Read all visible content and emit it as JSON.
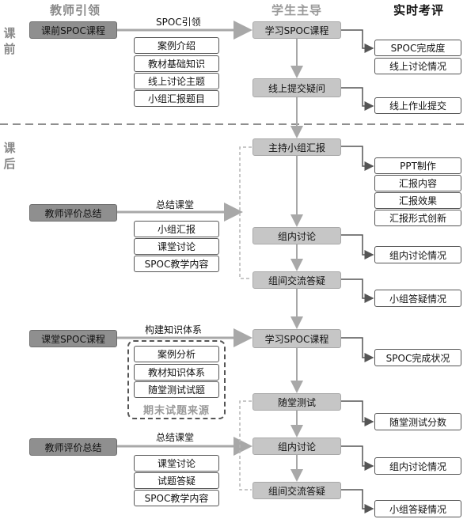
{
  "headers": {
    "teacher": "教师引领",
    "student": "学生主导",
    "eval": "实时考评"
  },
  "phases": {
    "pre": [
      "课",
      "前"
    ],
    "post": [
      "课",
      "后"
    ]
  },
  "pre": {
    "teacher_box": "课前SPOC课程",
    "arrow_label": "SPOC引领",
    "items": [
      "案例介绍",
      "教材基础知识",
      "线上讨论主题",
      "小组汇报题目"
    ],
    "student": [
      "学习SPOC课程",
      "线上提交疑问"
    ],
    "eval_a": [
      "SPOC完成度",
      "线上讨论情况"
    ],
    "eval_b": [
      "线上作业提交"
    ]
  },
  "post1": {
    "teacher_box": "教师评价总结",
    "arrow_label": "总结课堂",
    "items": [
      "小组汇报",
      "课堂讨论",
      "SPOC教学内容"
    ],
    "student": [
      "主持小组汇报",
      "组内讨论",
      "组间交流答疑"
    ],
    "eval_a": [
      "PPT制作",
      "汇报内容",
      "汇报效果",
      "汇报形式创新"
    ],
    "eval_b": [
      "组内讨论情况"
    ],
    "eval_c": [
      "小组答疑情况"
    ]
  },
  "post2": {
    "teacher_box": "课堂SPOC课程",
    "arrow_label": "构建知识体系",
    "items": [
      "案例分析",
      "教材知识体系",
      "随堂测试试题"
    ],
    "source_label": "期末试题来源",
    "student": [
      "学习SPOC课程",
      "随堂测试"
    ],
    "eval_a": [
      "SPOC完成状况"
    ],
    "eval_b": [
      "随堂测试分数"
    ]
  },
  "post3": {
    "teacher_box": "教师评价总结",
    "arrow_label": "总结课堂",
    "items": [
      "课堂讨论",
      "试题答疑",
      "SPOC教学内容"
    ],
    "student": [
      "组内讨论",
      "组间交流答疑"
    ],
    "eval_a": [
      "组内讨论情况"
    ],
    "eval_b": [
      "小组答疑情况"
    ]
  }
}
